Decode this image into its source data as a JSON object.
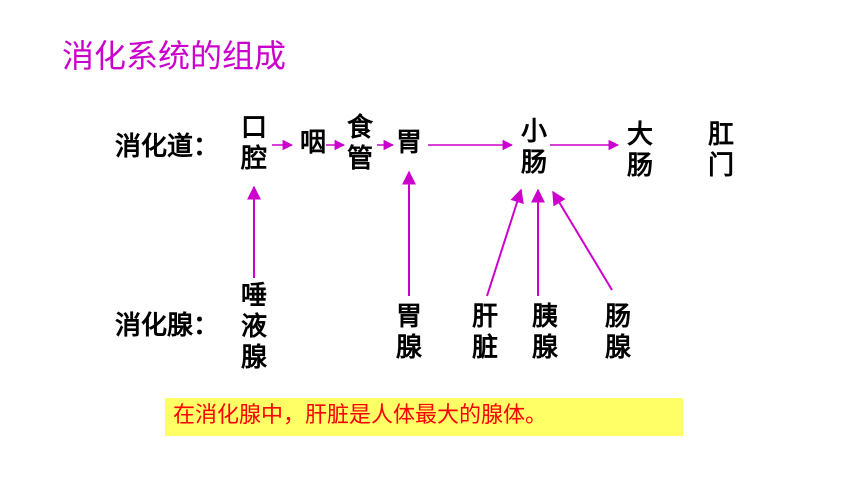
{
  "title": "消化系统的组成",
  "tract": {
    "label": "消化道：",
    "organs": [
      "口腔",
      "咽",
      "食管",
      "胃",
      "小肠",
      "大肠",
      "肛门"
    ]
  },
  "glands": {
    "label": "消化腺：",
    "items": [
      "唾液腺",
      "胃腺",
      "肝脏",
      "胰腺",
      "肠腺"
    ]
  },
  "note": "在消化腺中，肝脏是人体最大的腺体。",
  "colors": {
    "title": "#cc00cc",
    "arrow": "#cc00cc",
    "note_text": "#ff0000",
    "note_bg": "#ffff66"
  }
}
